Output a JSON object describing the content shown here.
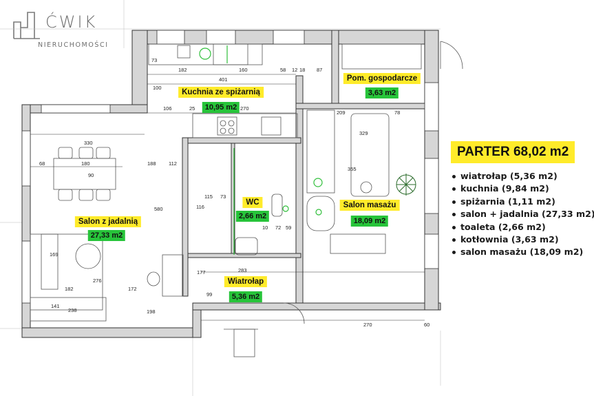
{
  "logo": {
    "word": "ĆWIK",
    "sub": "NIERUCHOMOŚCI"
  },
  "rooms": [
    {
      "id": "kuchnia",
      "label": "Kuchnia ze spiżarnią",
      "area": "10,95 m2"
    },
    {
      "id": "gospodarcze",
      "label": "Pom. gospodarcze",
      "area": "3,63 m2"
    },
    {
      "id": "wc",
      "label": "WC",
      "area": "2,66 m2"
    },
    {
      "id": "salon-masazu",
      "label": "Salon masażu",
      "area": "18,09 m2"
    },
    {
      "id": "salon-jadalnia",
      "label": "Salon z jadalnią",
      "area": "27,33 m2"
    },
    {
      "id": "wiatrolap",
      "label": "Wiatrołap",
      "area": "5,36 m2"
    }
  ],
  "legend": {
    "title": "PARTER 68,02 m2",
    "items": [
      "wiatrołap (5,36 m2)",
      "kuchnia (9,84 m2)",
      "spiżarnia (1,11 m2)",
      "salon + jadalnia (27,33 m2)",
      "toaleta (2,66 m2)",
      "kotłownia (3,63 m2)",
      "salon masażu (18,09 m2)"
    ]
  },
  "dimensions": {
    "d182a": "182",
    "d401": "401",
    "d160": "160",
    "d58": "58",
    "d12": "12",
    "d18": "18",
    "d87": "87",
    "d73": "73",
    "d100": "100",
    "d106": "106",
    "d25": "25",
    "d270": "270",
    "d209": "209",
    "d78": "78",
    "d330": "330",
    "d180": "180",
    "d68": "68",
    "d90": "90",
    "d188": "188",
    "d112a": "112",
    "d329": "329",
    "d580": "580",
    "d355": "355",
    "d116": "116",
    "d115": "115",
    "d73b": "73",
    "d10": "10",
    "d72": "72",
    "d59": "59",
    "d283": "283",
    "d169": "169",
    "d276": "276",
    "d172": "172",
    "d182b": "182",
    "d141": "141",
    "d238": "238",
    "d198": "198",
    "d99": "99",
    "d177": "177",
    "d60": "60",
    "d270b": "270"
  }
}
